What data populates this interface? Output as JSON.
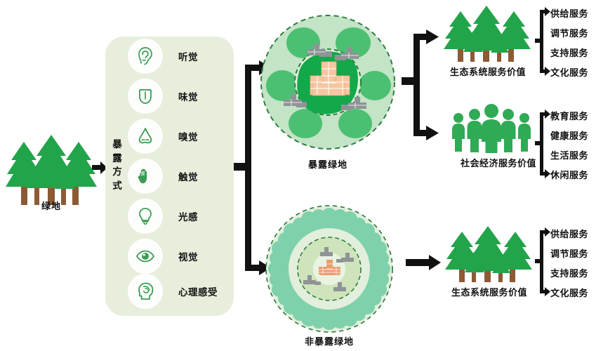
{
  "source": {
    "left_block": {
      "icon": "forest-trees-icon",
      "label": "绿地"
    }
  },
  "exposure_panel": {
    "vertical_label": "暴露方式",
    "senses": [
      {
        "icon": "ear-icon",
        "label": "听觉"
      },
      {
        "icon": "tongue-icon",
        "label": "味觉"
      },
      {
        "icon": "nose-icon",
        "label": "嗅觉"
      },
      {
        "icon": "hand-icon",
        "label": "触觉"
      },
      {
        "icon": "bulb-icon",
        "label": "光感"
      },
      {
        "icon": "eye-icon",
        "label": "视觉"
      },
      {
        "icon": "head-brain-icon",
        "label": "心理感受"
      }
    ]
  },
  "scenarios": [
    {
      "id": "exposed",
      "label": "暴露绿地",
      "icon": "exposed-greenspace-diagram"
    },
    {
      "id": "non_exposed",
      "label": "非暴露绿地",
      "icon": "non-exposed-greenspace-diagram"
    }
  ],
  "outcomes": [
    {
      "id": "eco_top",
      "icon": "forest-trees-icon",
      "label": "生态系统服务价值",
      "services": [
        "供给服务",
        "调节服务",
        "支持服务",
        "文化服务"
      ]
    },
    {
      "id": "socio",
      "icon": "people-group-icon",
      "label": "社会经济服务价值",
      "services": [
        "教育服务",
        "健康服务",
        "生活服务",
        "休闲服务"
      ]
    },
    {
      "id": "eco_bottom",
      "icon": "forest-trees-icon",
      "label": "生态系统服务价值",
      "services": [
        "供给服务",
        "调节服务",
        "支持服务",
        "文化服务"
      ]
    }
  ],
  "colors": {
    "tree_green": "#22a44a",
    "trunk_brown": "#8c5a35",
    "panel_bg": "#e7efdc",
    "icon_green": "#3a9c54",
    "circle_outer_fill": "#bfe3c2",
    "circle_blob_green": "#4cc072",
    "circle_core_green": "#13a84a",
    "building_peach": "#f6c6a0",
    "building_gray": "#8f9396",
    "ring_teal": "#7fd1ab",
    "ring_pale": "#dfeccd",
    "dashed_stroke": "#2f7d3e",
    "arrow_black": "#111111",
    "people_green": "#2faa55"
  }
}
